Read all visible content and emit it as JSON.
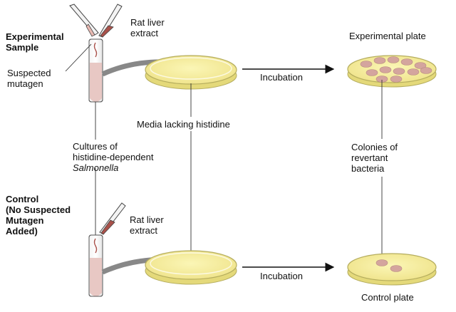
{
  "experimental": {
    "title_line1": "Experimental",
    "title_line2": "Sample",
    "mutagen_line1": "Suspected",
    "mutagen_line2": "mutagen",
    "extract_line1": "Rat liver",
    "extract_line2": "extract",
    "incubation": "Incubation",
    "plate_label": "Experimental plate",
    "colony_count": 12
  },
  "shared": {
    "media_label": "Media lacking histidine",
    "cultures_line1": "Cultures of",
    "cultures_line2": "histidine-dependent",
    "cultures_line3": "Salmonella",
    "colonies_line1": "Colonies of",
    "colonies_line2": "revertant",
    "colonies_line3": "bacteria"
  },
  "control": {
    "title_line1": "Control",
    "title_line2": "(No Suspected",
    "title_line3": "Mutagen",
    "title_line4": "Added)",
    "extract_line1": "Rat liver",
    "extract_line2": "extract",
    "incubation": "Incubation",
    "plate_label": "Control plate",
    "colony_count": 2
  },
  "colors": {
    "agar": "#f8f09a",
    "agar_edge": "#c9c26a",
    "colony": "#d4a59e",
    "culture": "#e8c8c4",
    "line": "#222222"
  }
}
